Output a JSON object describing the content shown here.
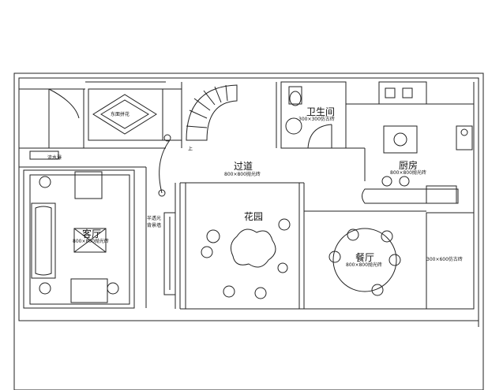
{
  "rooms": {
    "living": {
      "name": "客厅",
      "floor": "800×800抛光砖"
    },
    "corridor": {
      "name": "过道",
      "floor": "800×800抛光砖"
    },
    "garden": {
      "name": "花园"
    },
    "bathroom": {
      "name": "卫生间",
      "floor": "300×300仿古砖"
    },
    "kitchen": {
      "name": "厨房",
      "floor": "800×800抛光砖"
    },
    "dining": {
      "name": "餐厅",
      "floor": "800×800抛光砖"
    },
    "balcony": {
      "floor": "300×600仿古砖"
    }
  },
  "annotations": {
    "entry_parquet": "东面拼花",
    "water_feature": "流水瀑",
    "glass_wall_line1": "半透光",
    "glass_wall_line2": "背景墙",
    "stair_up": "上"
  }
}
